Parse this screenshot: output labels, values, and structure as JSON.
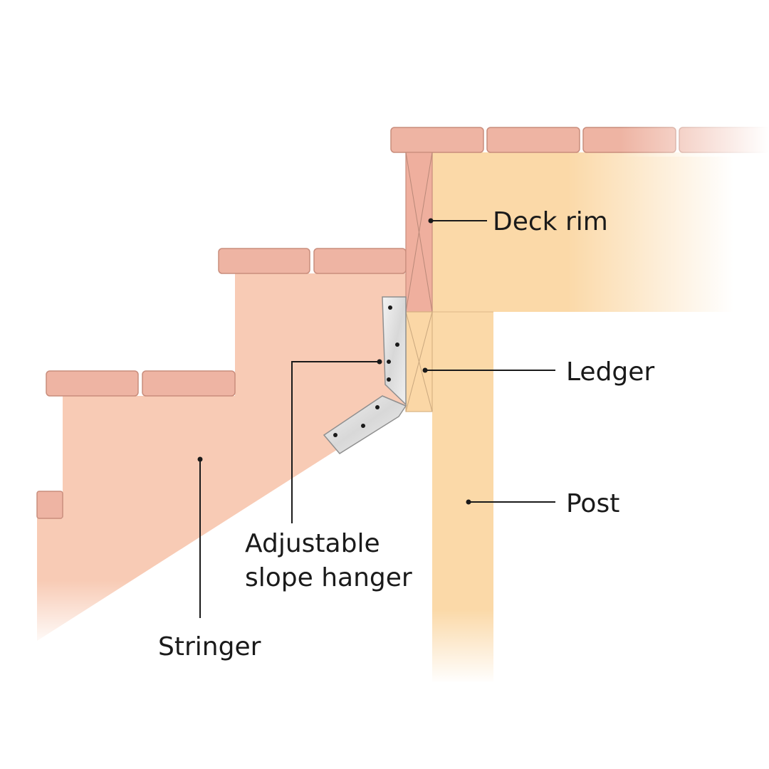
{
  "labels": {
    "deck_rim": "Deck rim",
    "ledger": "Ledger",
    "post": "Post",
    "hanger_line1": "Adjustable",
    "hanger_line2": "slope hanger",
    "stringer": "Stringer"
  },
  "colors": {
    "background": "#ffffff",
    "stringer": "#f8cbb5",
    "tread": "#eeb4a3",
    "deck_rim": "#efaf9e",
    "joist": "#fbd9a8",
    "post": "#fbd9a8",
    "ledger": "#fbd7a6",
    "hanger": "#dcdcdc",
    "text": "#1a1a1a"
  }
}
